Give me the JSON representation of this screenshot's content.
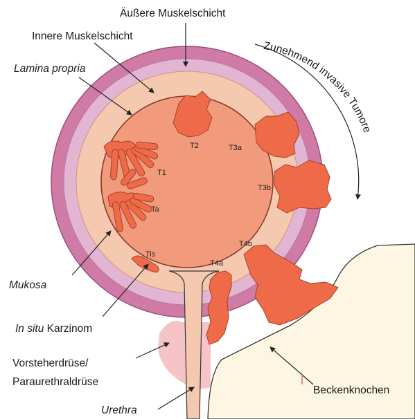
{
  "labels": {
    "outer_muscle": "Äußere Muskelschicht",
    "inner_muscle": "Innere Muskelschicht",
    "lamina_propria": "Lamina propria",
    "mucosa": "Mukosa",
    "in_situ_italic": "In situ",
    "in_situ_rest": " Karzinom",
    "prostate_line1": "Vorsteherdrüse/",
    "prostate_line2": "Paraurethraldrüse",
    "urethra": "Urethra",
    "pelvic_bone": "Beckenknochen",
    "invasion_arrow": "Zunehmend invasive Tumore"
  },
  "stages": [
    "T2",
    "T3a",
    "T1",
    "T3b",
    "Ta",
    "Tis",
    "T4b",
    "T4a"
  ],
  "colors": {
    "outer_muscle": "#d07aa6",
    "inner_muscle": "#e2b5d2",
    "lamina_propria": "#f5c9b0",
    "lumen": "#f29a7c",
    "tumor": "#ee6a48",
    "bone": "#fdf6e2",
    "prostate": "#f6c4c7"
  }
}
